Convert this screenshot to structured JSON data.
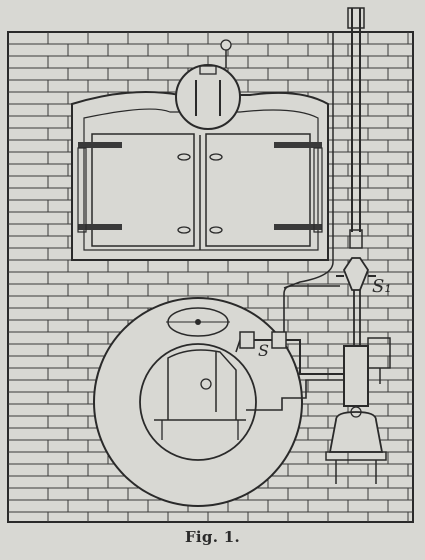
{
  "figure": {
    "caption": "Fig. 1.",
    "labels": {
      "valve_label_upper": "S₁",
      "valve_label_lower": "S"
    }
  },
  "colors": {
    "paper": "#d8d8d3",
    "ink": "#2a2a2a"
  }
}
